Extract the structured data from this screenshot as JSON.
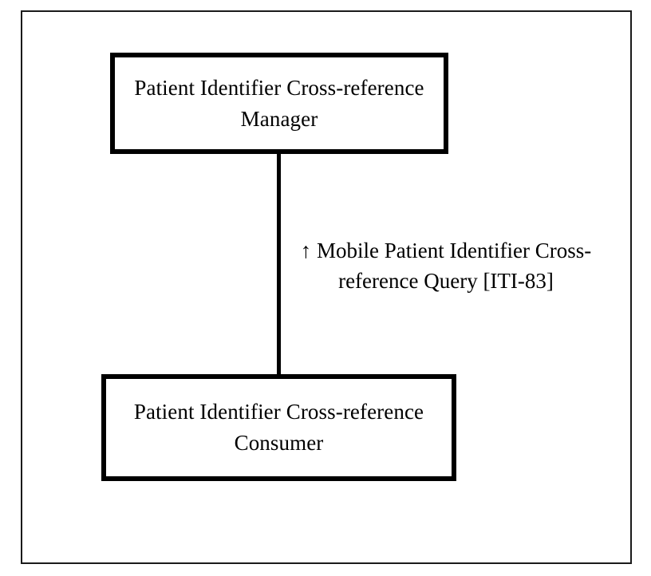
{
  "diagram": {
    "type": "ihe-actor-transaction-diagram",
    "background_color": "#ffffff",
    "frame_color": "#1a1a1a",
    "box_border_color": "#000000",
    "line_color": "#000000",
    "text_color": "#000000",
    "actors": [
      {
        "id": "pix-manager",
        "label": "Patient Identifier Cross-reference Manager",
        "position": "top"
      },
      {
        "id": "pix-consumer",
        "label": "Patient Identifier Cross-reference Consumer",
        "position": "bottom"
      }
    ],
    "transaction": {
      "arrow": "↑",
      "name": "Mobile Patient Identifier Cross-reference Query",
      "id": "[ITI-83]",
      "label": "↑ Mobile Patient Identifier Cross-reference Query [ITI-83]",
      "direction": "upward",
      "from": "pix-consumer",
      "to": "pix-manager"
    }
  }
}
